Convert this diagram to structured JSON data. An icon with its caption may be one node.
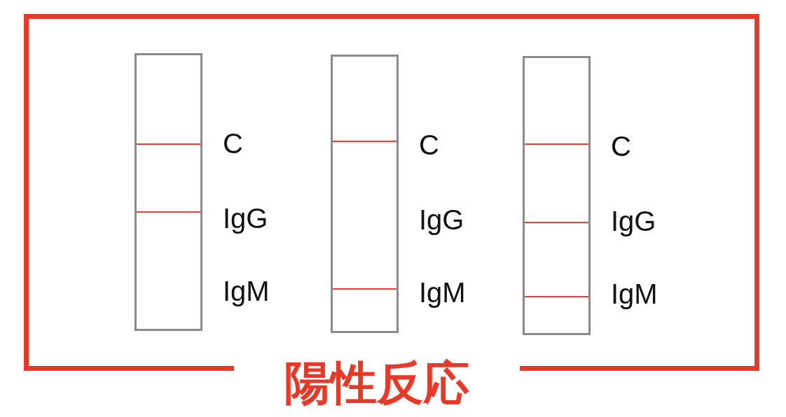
{
  "diagram": {
    "nodes": [
      {
        "text": [
          "陽性反応"
        ]
      },
      {
        "text": [],
        "shape": "box",
        "in": 0,
        "beside": [
          "C",
          "IgG",
          "IgM"
        ]
      },
      {
        "text": [],
        "shape": "bar",
        "in": 1
      },
      {
        "text": [],
        "shape": "bar",
        "in": 1
      },
      {
        "text": [],
        "shape": "box",
        "in": 0,
        "beside": [
          "C",
          "IgG",
          "IgM"
        ]
      },
      {
        "text": [],
        "shape": "bar",
        "in": 4
      },
      {
        "text": [],
        "shape": "bar",
        "in": 4
      },
      {
        "text": [],
        "shape": "box",
        "in": 0,
        "beside": [
          "C",
          "IgG",
          "IgM"
        ]
      },
      {
        "text": [],
        "shape": "bar",
        "in": 7
      },
      {
        "text": [],
        "shape": "bar",
        "in": 7
      },
      {
        "text": [],
        "shape": "bar",
        "in": 7
      }
    ]
  }
}
